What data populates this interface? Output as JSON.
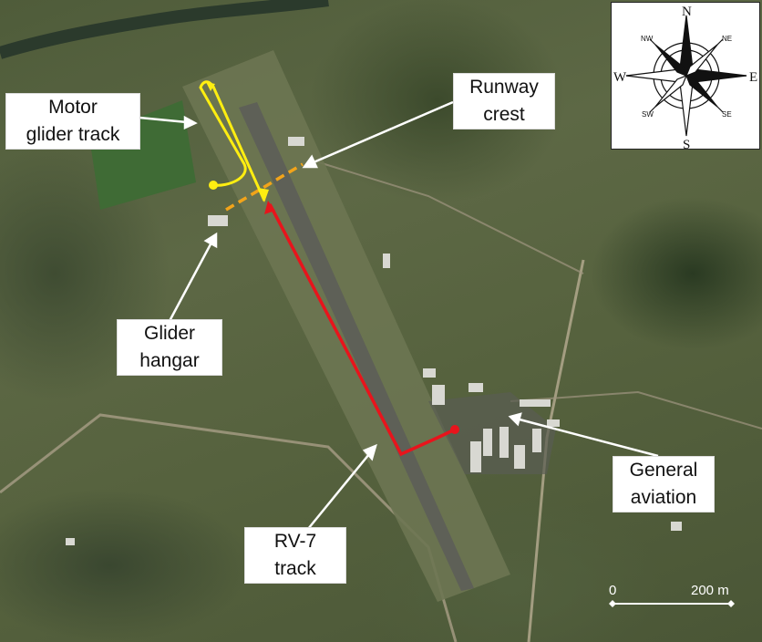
{
  "labels": {
    "motor_glider": {
      "line1": "Motor",
      "line2": "glider track"
    },
    "runway_crest": {
      "line1": "Runway",
      "line2": "crest"
    },
    "glider_hangar": {
      "line1": "Glider",
      "line2": "hangar"
    },
    "general_aviation": {
      "line1": "General",
      "line2": "aviation"
    },
    "rv7": {
      "line1": "RV-7",
      "line2": "track"
    }
  },
  "compass": {
    "n": "N",
    "s": "S",
    "e": "E",
    "w": "W",
    "nw": "NW",
    "ne": "NE",
    "sw": "SW",
    "se": "SE"
  },
  "scale": {
    "start": "0",
    "end": "200 m"
  },
  "colors": {
    "rv7_track": "#e8141c",
    "motor_glider_track": "#ffee11",
    "runway_crest_line": "#f2a41a",
    "arrows": "#ffffff"
  }
}
